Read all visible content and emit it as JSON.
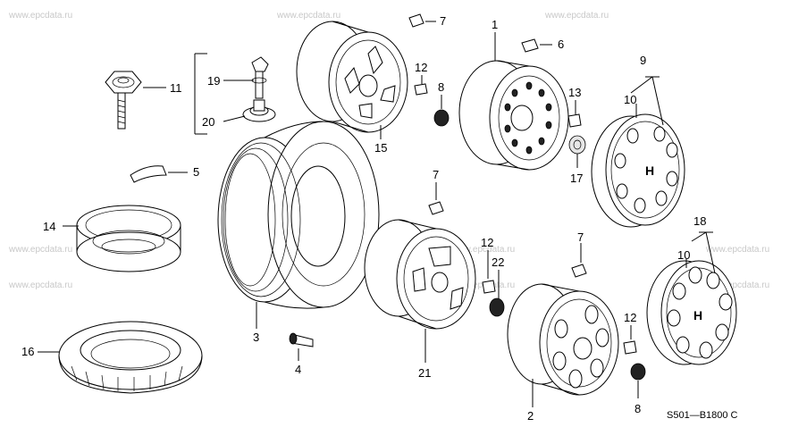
{
  "diagram": {
    "watermark": "www.epcdata.ru",
    "drawing_code": "S501—B1800 C",
    "callouts": {
      "c1": "1",
      "c2": "2",
      "c3": "3",
      "c4": "4",
      "c5": "5",
      "c6": "6",
      "c7a": "7",
      "c7b": "7",
      "c7c": "7",
      "c8a": "8",
      "c8b": "8",
      "c9": "9",
      "c10a": "10",
      "c10b": "10",
      "c11": "11",
      "c12a": "12",
      "c12b": "12",
      "c12c": "12",
      "c13": "13",
      "c14": "14",
      "c15": "15",
      "c16": "16",
      "c17": "17",
      "c18": "18",
      "c19": "19",
      "c20": "20",
      "c21": "21",
      "c22": "22"
    }
  }
}
